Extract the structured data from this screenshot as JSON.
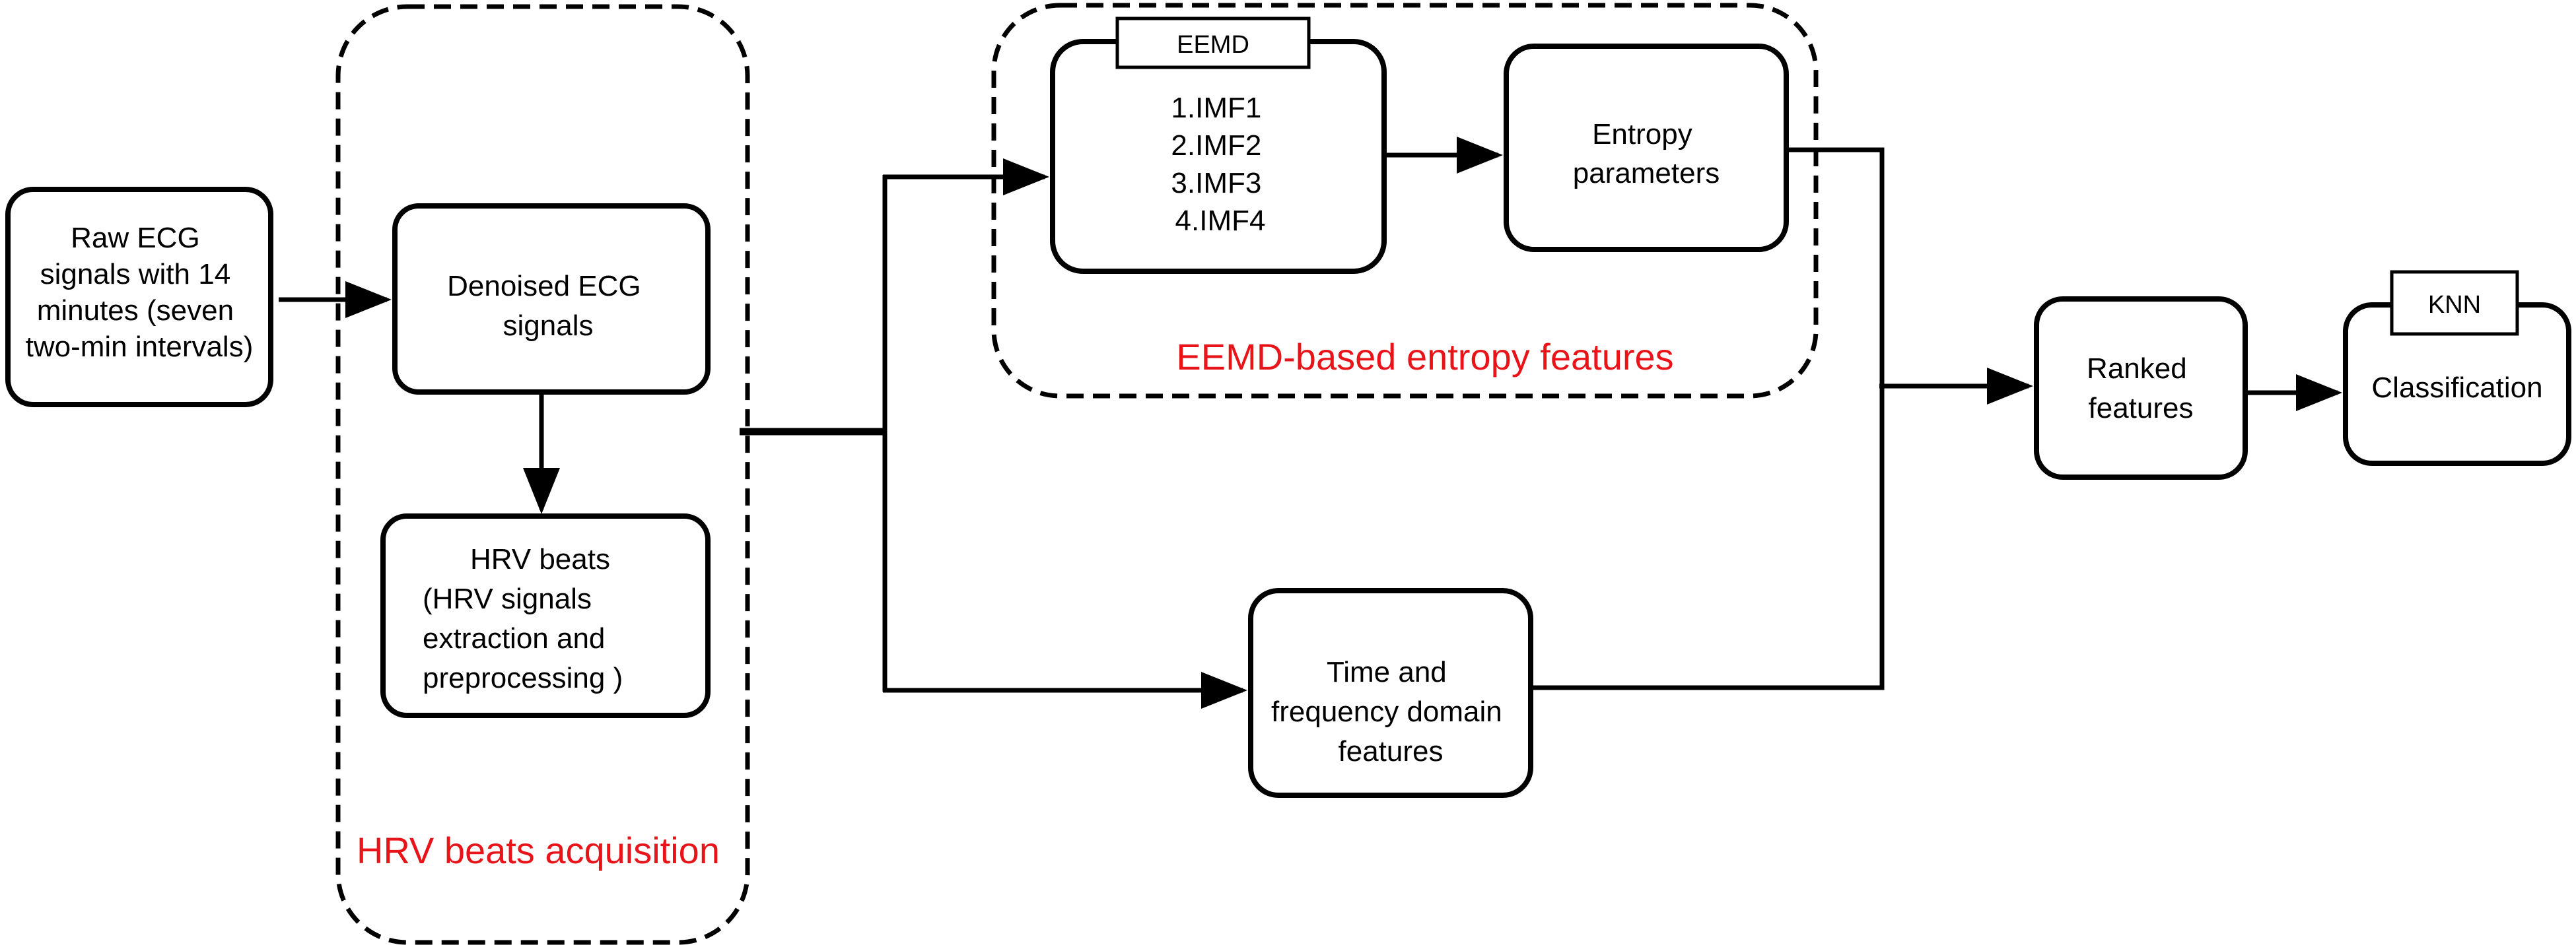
{
  "diagram": {
    "raw_ecg": {
      "lines": [
        "Raw ECG",
        "signals with 14",
        "minutes (seven",
        "two-min intervals)"
      ]
    },
    "denoised": {
      "lines": [
        "Denoised ECG",
        "signals"
      ]
    },
    "hrv_beats": {
      "lines": [
        "HRV beats",
        "(HRV signals",
        "extraction  and",
        "preprocessing )"
      ]
    },
    "hrv_group_label": "HRV beats acquisition",
    "eemd_tag": "EEMD",
    "imfs": {
      "lines": [
        "1.IMF1",
        "2.IMF2",
        "3.IMF3",
        "4.IMF4"
      ]
    },
    "entropy": {
      "lines": [
        "Entropy",
        "parameters"
      ]
    },
    "eemd_group_label": "EEMD-based entropy features",
    "time_freq": {
      "lines": [
        "Time and",
        "frequency domain",
        "features"
      ]
    },
    "ranked": {
      "lines": [
        "Ranked",
        "features"
      ]
    },
    "knn_tag": "KNN",
    "classification": {
      "lines": [
        "Classification"
      ]
    },
    "colors": {
      "label_red": "#e8141a",
      "stroke": "#000000"
    }
  }
}
